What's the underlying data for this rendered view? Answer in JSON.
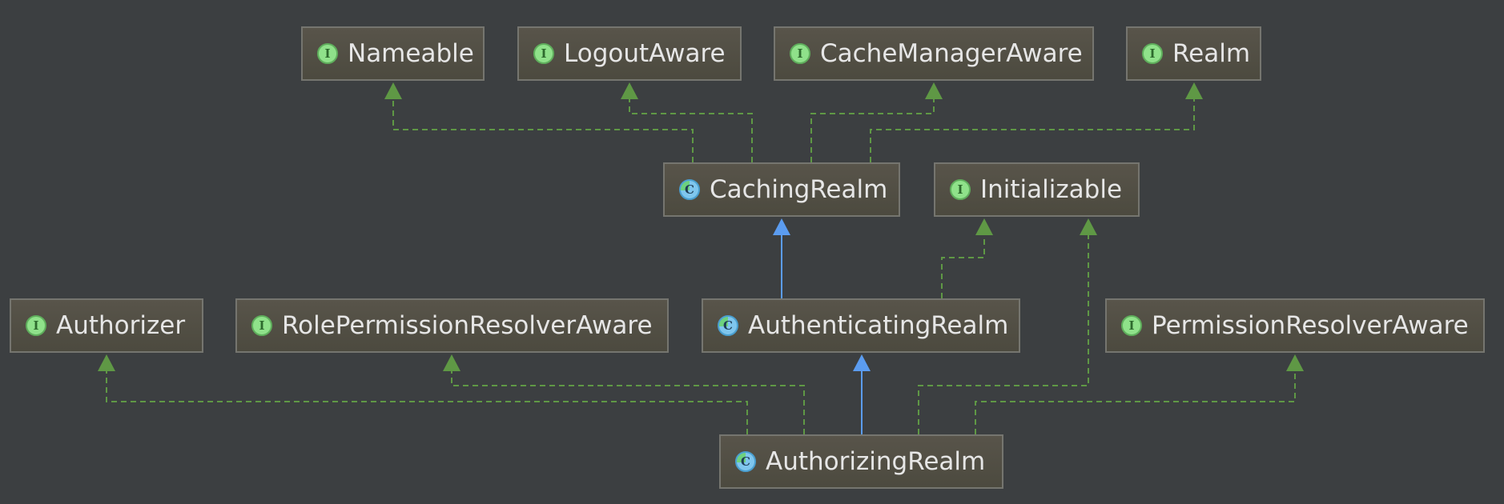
{
  "diagram": {
    "nodes": [
      {
        "id": "Nameable",
        "label": "Nameable",
        "kind": "interface",
        "badge": "I"
      },
      {
        "id": "LogoutAware",
        "label": "LogoutAware",
        "kind": "interface",
        "badge": "I"
      },
      {
        "id": "CacheManagerAware",
        "label": "CacheManagerAware",
        "kind": "interface",
        "badge": "I"
      },
      {
        "id": "Realm",
        "label": "Realm",
        "kind": "interface",
        "badge": "I"
      },
      {
        "id": "CachingRealm",
        "label": "CachingRealm",
        "kind": "abstract-class",
        "badge": "C"
      },
      {
        "id": "Initializable",
        "label": "Initializable",
        "kind": "interface",
        "badge": "I"
      },
      {
        "id": "Authorizer",
        "label": "Authorizer",
        "kind": "interface",
        "badge": "I"
      },
      {
        "id": "RolePermissionResolverAware",
        "label": "RolePermissionResolverAware",
        "kind": "interface",
        "badge": "I"
      },
      {
        "id": "AuthenticatingRealm",
        "label": "AuthenticatingRealm",
        "kind": "abstract-class",
        "badge": "C"
      },
      {
        "id": "PermissionResolverAware",
        "label": "PermissionResolverAware",
        "kind": "interface",
        "badge": "I"
      },
      {
        "id": "AuthorizingRealm",
        "label": "AuthorizingRealm",
        "kind": "abstract-class",
        "badge": "C"
      }
    ],
    "edges": [
      {
        "from": "CachingRealm",
        "to": "Nameable",
        "type": "implements"
      },
      {
        "from": "CachingRealm",
        "to": "LogoutAware",
        "type": "implements"
      },
      {
        "from": "CachingRealm",
        "to": "CacheManagerAware",
        "type": "implements"
      },
      {
        "from": "CachingRealm",
        "to": "Realm",
        "type": "implements"
      },
      {
        "from": "AuthenticatingRealm",
        "to": "CachingRealm",
        "type": "extends"
      },
      {
        "from": "AuthenticatingRealm",
        "to": "Initializable",
        "type": "implements"
      },
      {
        "from": "AuthorizingRealm",
        "to": "AuthenticatingRealm",
        "type": "extends"
      },
      {
        "from": "AuthorizingRealm",
        "to": "Authorizer",
        "type": "implements"
      },
      {
        "from": "AuthorizingRealm",
        "to": "RolePermissionResolverAware",
        "type": "implements"
      },
      {
        "from": "AuthorizingRealm",
        "to": "Initializable",
        "type": "implements"
      },
      {
        "from": "AuthorizingRealm",
        "to": "PermissionResolverAware",
        "type": "implements"
      }
    ],
    "colors": {
      "background": "#3c3f41",
      "implements_edge": "#5f9845",
      "extends_edge": "#5b9cf0",
      "node_text": "#e6e6e6"
    }
  }
}
